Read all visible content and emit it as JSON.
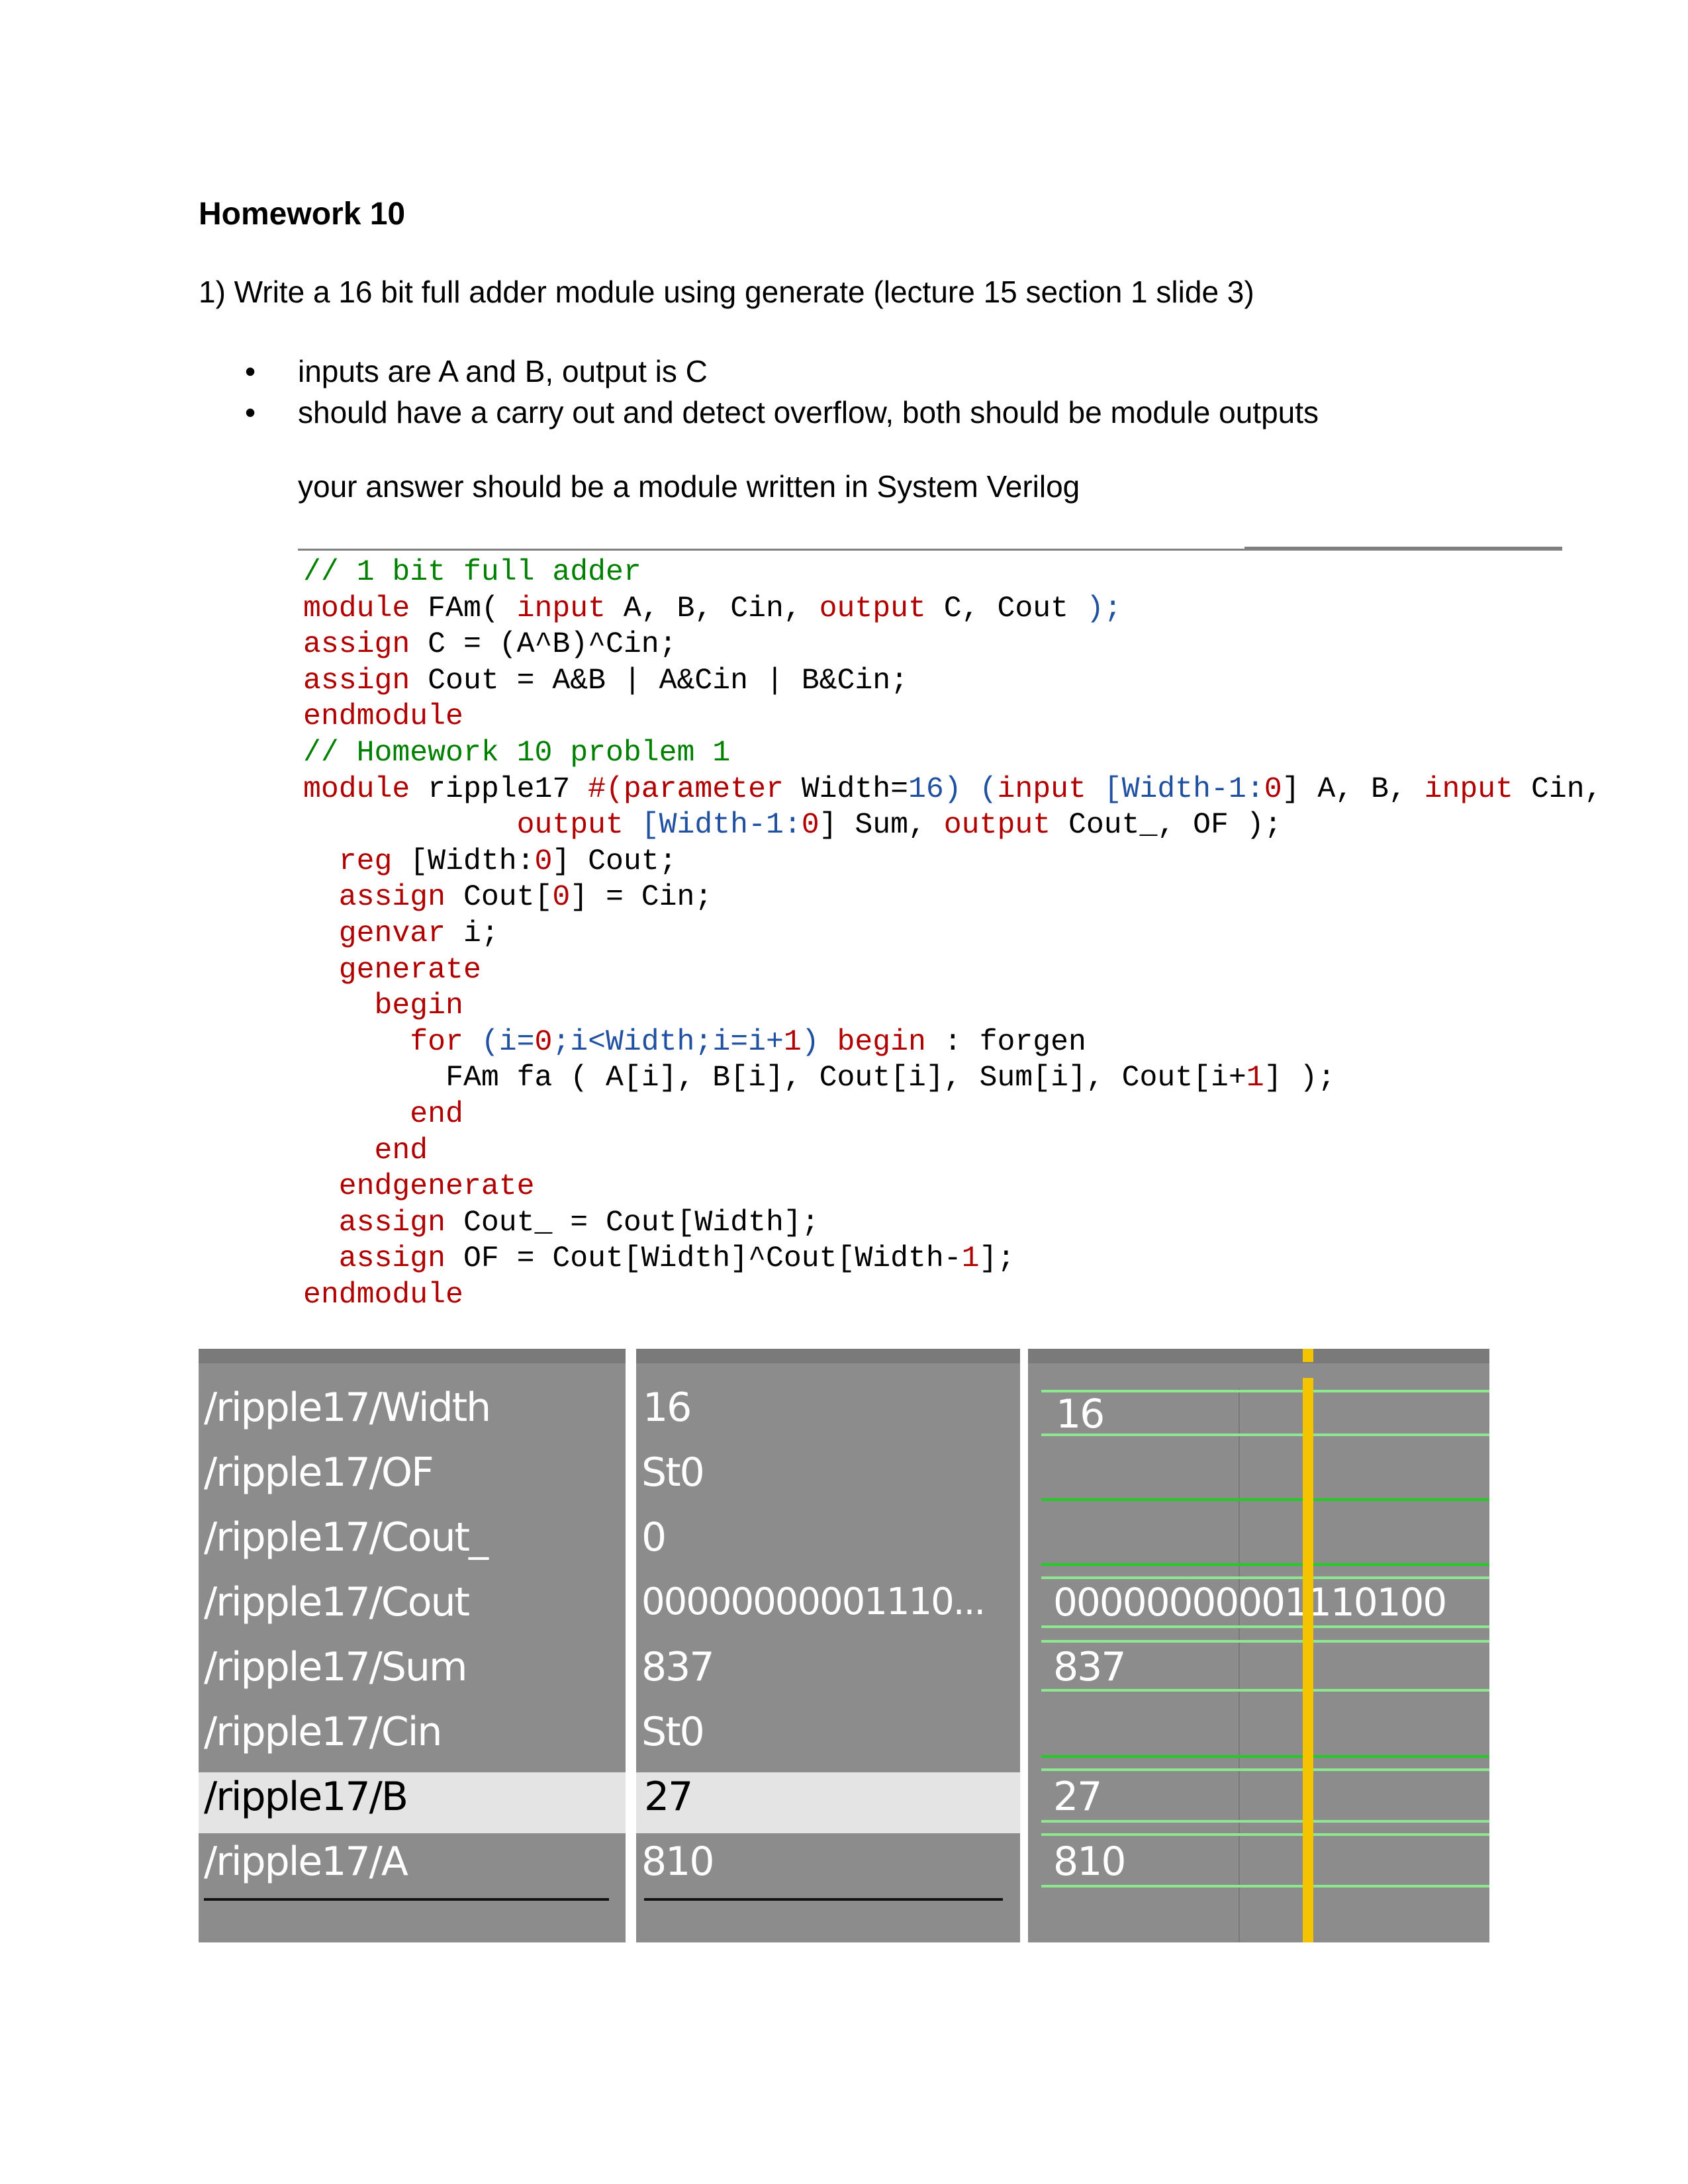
{
  "document": {
    "title": "Homework 10",
    "question": "1) Write a 16 bit full adder module using generate (lecture 15 section 1 slide 3)",
    "bullets": [
      "inputs are A and B, output is C",
      "should have a carry out and detect overflow, both should be module outputs"
    ],
    "bullet_symbol": "•",
    "answer_note": "your answer should be a module written in System Verilog"
  },
  "code": {
    "l01": "// 1 bit full adder",
    "l02a": "module",
    "l02b": " FAm(",
    "l02c": " input",
    "l02d": " A, B, Cin,",
    "l02e": " output",
    "l02f": " C, Cout",
    " l02g": "",
    "l02g": " );",
    "l03a": "assign",
    "l03b": " C = (A^B)^Cin;",
    "l04a": "assign",
    "l04b": " Cout = A&B | A&Cin | B&Cin;",
    "l05": "endmodule",
    "l06": "// Homework 10 problem 1",
    "l07a": "module",
    "l07b": " ripple17 ",
    "l07c": "#(parameter",
    "l07d": " Width=",
    "l07e": "16",
    "l07f": ") (",
    "l07g": "input",
    "l07h": " [Width-1:",
    "l07i": "0",
    "l07j": "] A, B, ",
    "l07k": "input",
    "l07l": " Cin,",
    "l08a": "            ",
    "l08b": "output",
    "l08c": " [Width-1:",
    "l08d": "0",
    "l08e": "] Sum, ",
    "l08f": "output",
    "l08g": " Cout_, OF );",
    "l09a": "  ",
    "l09b": "reg",
    "l09c": " [Width:",
    "l09d": "0",
    "l09e": "] Cout;",
    "l10a": "  ",
    "l10b": "assign",
    "l10c": " Cout[",
    "l10d": "0",
    "l10e": "] = Cin;",
    "l11a": "  ",
    "l11b": "genvar",
    "l11c": " i;",
    "l12a": "  ",
    "l12b": "generate",
    "l13a": "    ",
    "l13b": "begin",
    "l14a": "      ",
    "l14b": "for",
    "l14c": " (i=",
    "l14d": "0",
    "l14e": ";i<Width;i=i+",
    "l14f": "1",
    "l14g": ") ",
    "l14h": "begin",
    "l14i": " : forgen",
    "l15a": "        ",
    "l15b": "FAm fa ( A[i], B[i], Cout[i], Sum[i], Cout[i+",
    "l15c": "1",
    "l15d": "] );",
    "l16a": "      ",
    "l16b": "end",
    "l17a": "    ",
    "l17b": "end",
    "l18a": "  ",
    "l18b": "endgenerate",
    "l19a": "  ",
    "l19b": "assign",
    "l19c": " Cout_ = Cout[Width];",
    "l20a": "  ",
    "l20b": "assign",
    "l20c": " OF = Cout[Width]^Cout[Width-",
    "l20d": "1",
    "l20e": "];",
    "l21": "endmodule"
  },
  "wave": {
    "signals": [
      {
        "name": "/ripple17/Width",
        "value": "16",
        "wave_value": "16"
      },
      {
        "name": "/ripple17/OF",
        "value": "St0",
        "wave_value": ""
      },
      {
        "name": "/ripple17/Cout_",
        "value": "0",
        "wave_value": ""
      },
      {
        "name": "/ripple17/Cout",
        "value": "00000000001110...",
        "wave_value": "00000000001110100"
      },
      {
        "name": "/ripple17/Sum",
        "value": "837",
        "wave_value": "837"
      },
      {
        "name": "/ripple17/Cin",
        "value": "St0",
        "wave_value": ""
      },
      {
        "name": "/ripple17/B",
        "value": "27",
        "wave_value": "27"
      },
      {
        "name": "/ripple17/A",
        "value": "810",
        "wave_value": "810"
      }
    ],
    "selected_signal": "/ripple17/B",
    "colors": {
      "pane": "#8c8c8c",
      "selected_row": "#e4e4e4",
      "bus_line": "#8ee68e",
      "logic_line": "#22cc22",
      "cursor": "#f5c400"
    }
  }
}
